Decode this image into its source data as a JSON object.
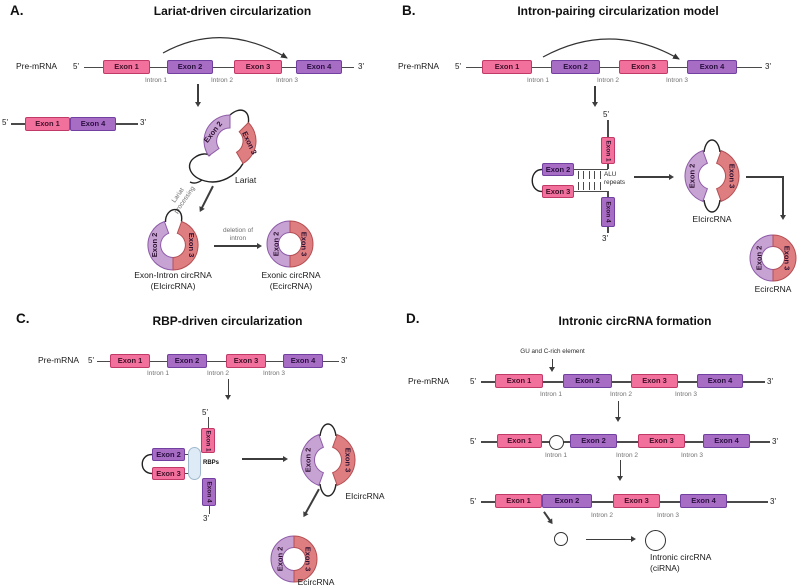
{
  "shared": {
    "pre_mrna": "Pre-mRNA",
    "five_prime": "5'",
    "three_prime": "3'",
    "exon1": "Exon 1",
    "exon2": "Exon 2",
    "exon3": "Exon 3",
    "exon4": "Exon 4",
    "intron1": "Intron 1",
    "intron2": "Intron 2",
    "intron3": "Intron 3",
    "eicirc": "EIcircRNA",
    "ecirc": "EcircRNA"
  },
  "panel_a": {
    "letter": "A.",
    "title": "Lariat-driven circularization",
    "lariat": "Lariat",
    "lariat_processing": "Lariat processing",
    "eicirc_line1": "Exon-Intron circRNA",
    "eicirc_line2": "(EIcircRNA)",
    "deletion_line1": "deletion of",
    "deletion_line2": "intron",
    "ecirc_line1": "Exonic circRNA",
    "ecirc_line2": "(EcircRNA)"
  },
  "panel_b": {
    "letter": "B.",
    "title": "Intron-pairing circularization model",
    "alu_line1": "ALU",
    "alu_line2": "repeats"
  },
  "panel_c": {
    "letter": "C.",
    "title": "RBP-driven circularization",
    "rbps": "RBPs"
  },
  "panel_d": {
    "letter": "D.",
    "title": "Intronic circRNA formation",
    "gu_element": "GU and C-rich element",
    "cirna_line1": "Intronic circRNA",
    "cirna_line2": "(ciRNA)"
  },
  "colors": {
    "exon_pink": "#F2719C",
    "exon_pink_border": "#C13A67",
    "exon_purple": "#A76CC4",
    "exon_purple_border": "#7140A0",
    "circ_purple": "#C7A3D4",
    "circ_purple_border": "#8E5BA8",
    "circ_red": "#DF7E81",
    "circ_red_border": "#B44F53",
    "rbp_fill": "#DEEBF7",
    "rbp_border": "#9FB8CC",
    "line": "#4A4A4A"
  }
}
